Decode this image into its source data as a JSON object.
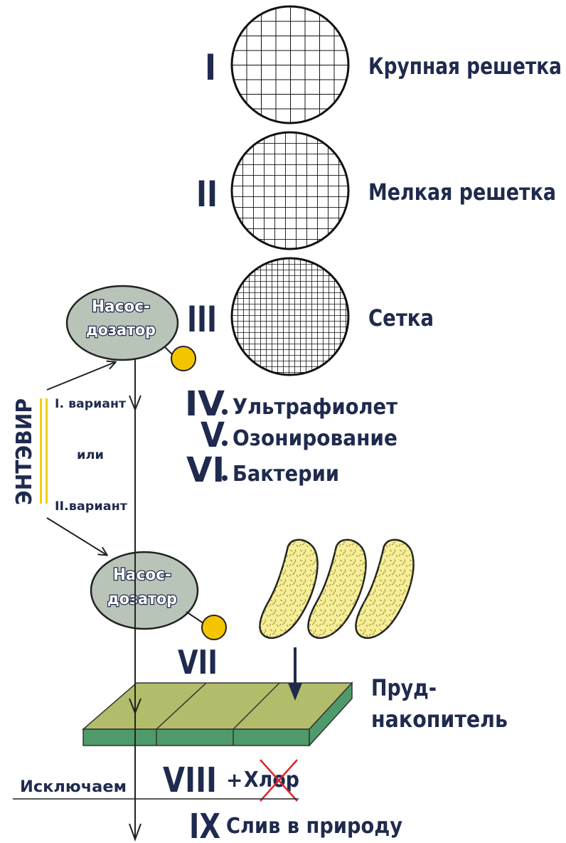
{
  "screens": [
    {
      "numeral": "I",
      "label": "Крупная решетка"
    },
    {
      "numeral": "II",
      "label": "Мелкая решетка"
    },
    {
      "numeral": "III",
      "label": "Сетка"
    }
  ],
  "pump": {
    "line1": "Насос-",
    "line2": "дозатор"
  },
  "enteviro": "ЭНТЭВИР",
  "variant1": "I. вариант",
  "or": "или",
  "variant2": "II.вариант",
  "treatments": [
    {
      "numeral": "IV",
      "label": "Ультрафиолет"
    },
    {
      "numeral": "V",
      "label": "Озонирование"
    },
    {
      "numeral": "VI",
      "label": "Бактерии"
    }
  ],
  "stage7": "VII",
  "pond": {
    "line1": "Пруд-",
    "line2": "накопитель"
  },
  "stage8": {
    "numeral": "VIII",
    "plus": "+",
    "chlor": "Хлор"
  },
  "exclude": "Исключаем",
  "stage9": {
    "numeral": "IX",
    "label": "Слив в природу"
  },
  "colors": {
    "navy": "#1f2a4e",
    "pump_fill": "#b9c4b8",
    "dot": "#f5c400",
    "pond_top": "#b3bc6a",
    "pond_front": "#4f9a6a",
    "bacteria": "#f7ef98",
    "enteviro_bar": "#f0d000",
    "cross": "#e0242a"
  }
}
